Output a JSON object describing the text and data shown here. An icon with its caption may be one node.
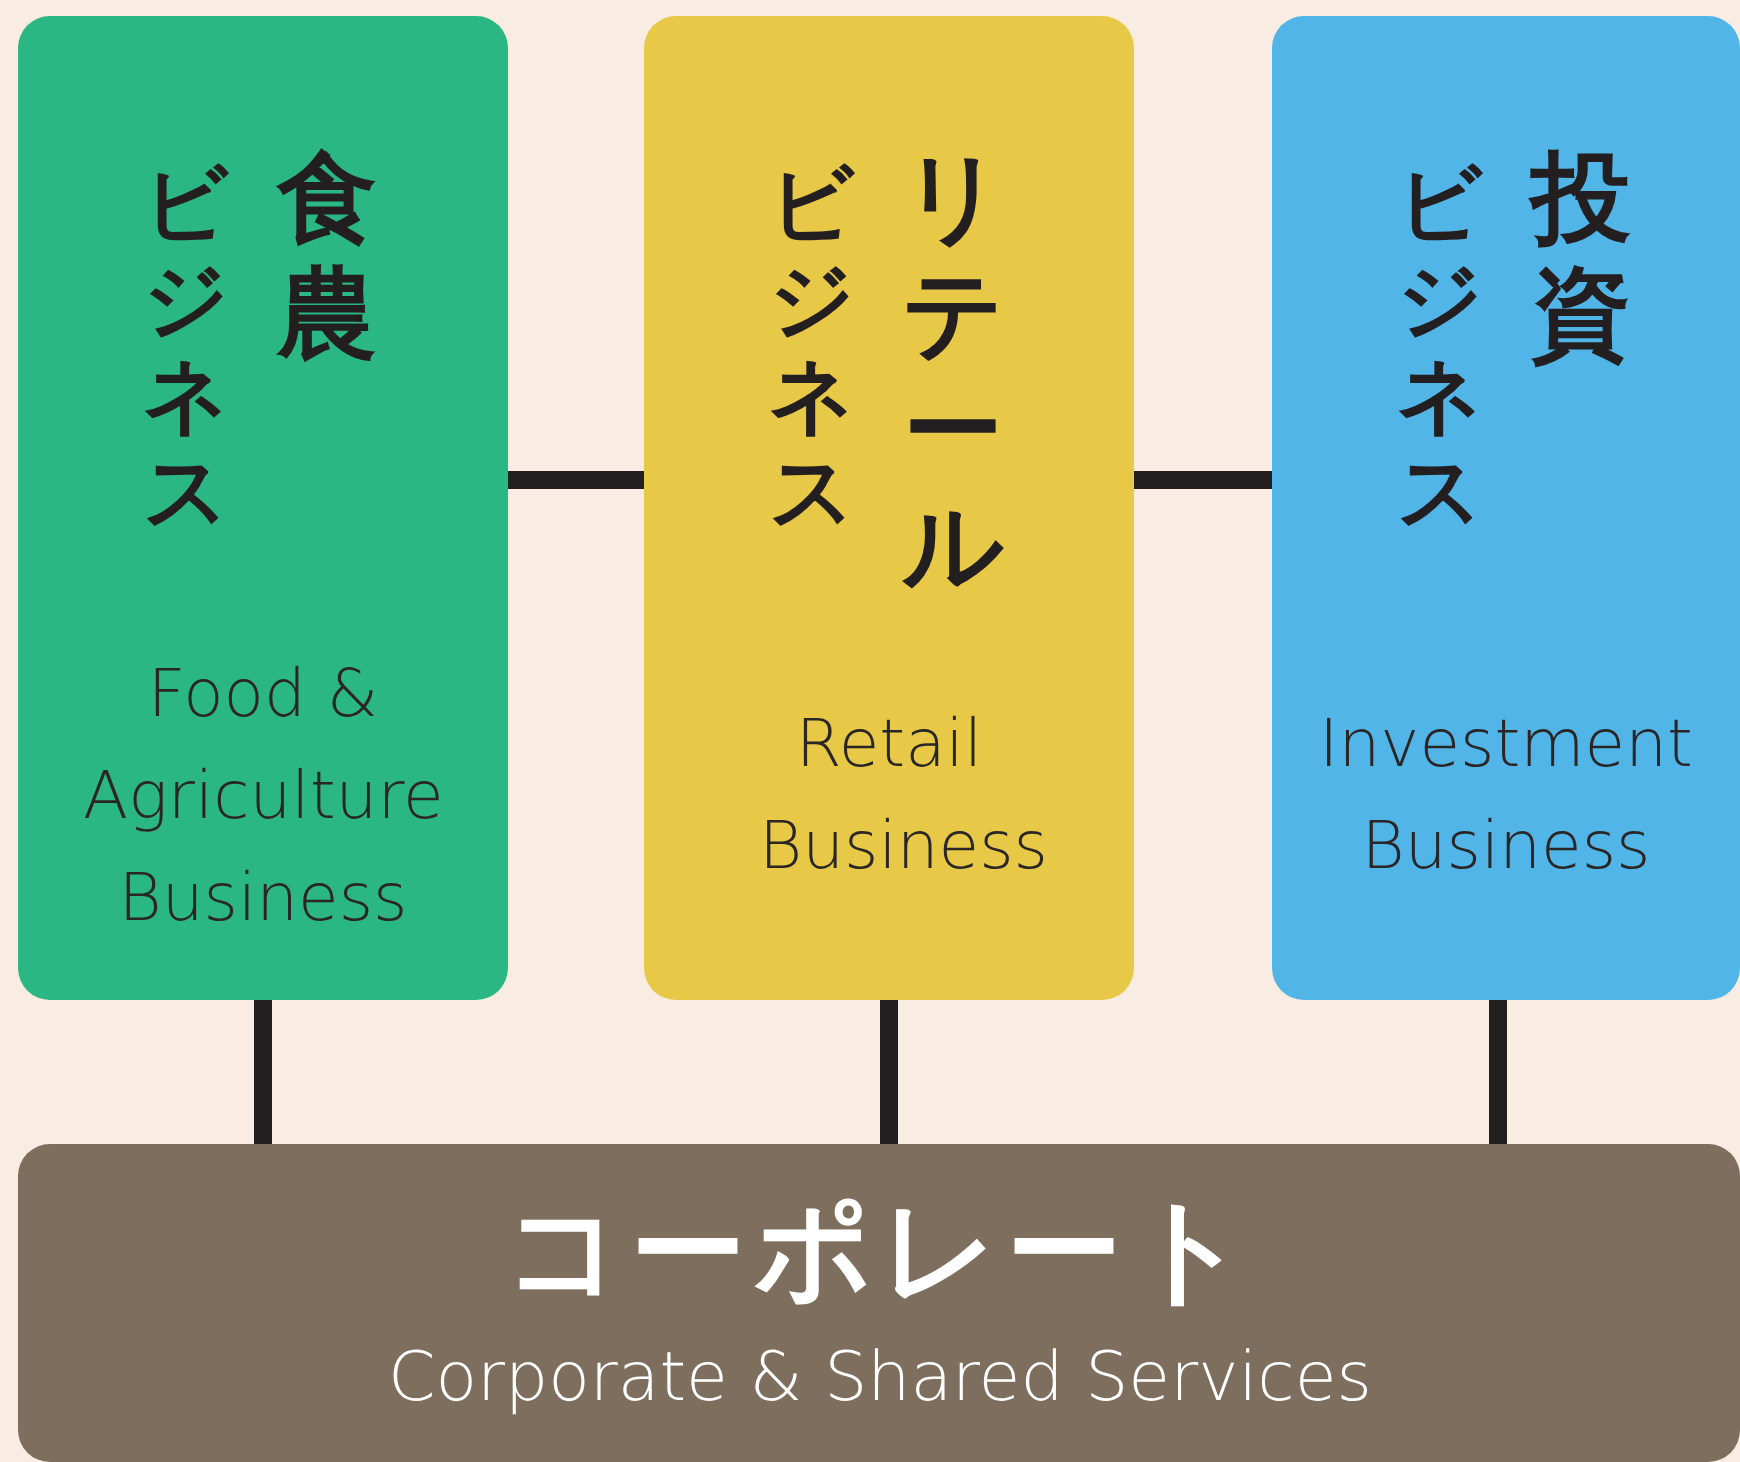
{
  "diagram": {
    "nodes": [
      {
        "text": [
          "食農ビジネス",
          "Food & Agriculture Business"
        ]
      },
      {
        "text": [
          "リテールビジネス",
          "Retail Business"
        ]
      },
      {
        "text": [
          "投資ビジネス",
          "Investment Business"
        ]
      },
      {
        "text": [
          "コーポレート",
          "Corporate & Shared Services"
        ]
      }
    ],
    "edges": [
      {
        "from": 0,
        "to": 1,
        "arrow": "none"
      },
      {
        "from": 1,
        "to": 2,
        "arrow": "none"
      },
      {
        "from": 0,
        "to": 3,
        "arrow": "none"
      },
      {
        "from": 1,
        "to": 3,
        "arrow": "none"
      },
      {
        "from": 2,
        "to": 3,
        "arrow": "none"
      }
    ]
  }
}
